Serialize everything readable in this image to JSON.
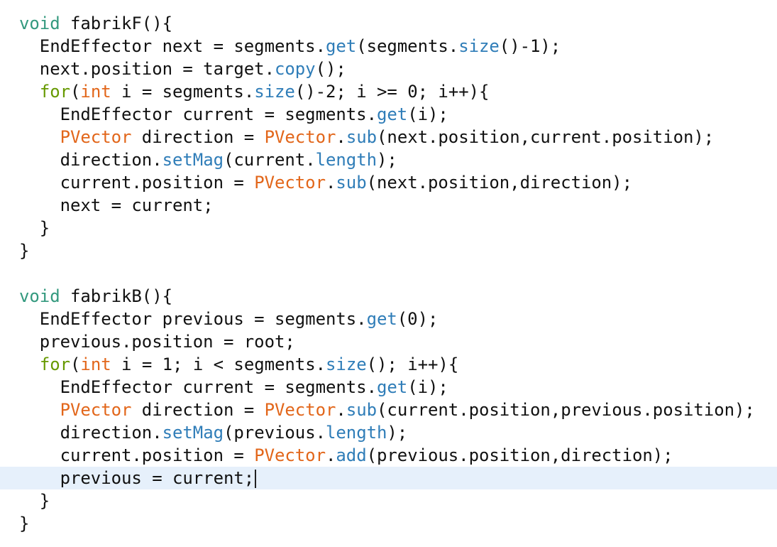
{
  "colors": {
    "keyword": "#33997e",
    "control": "#669900",
    "type": "#e2661a",
    "function": "#2f7db8",
    "highlight": "#e6f0fb"
  },
  "editor": {
    "highlighted_line": 20,
    "caret_line": 20,
    "lines": [
      [
        {
          "t": "void",
          "c": "kw"
        },
        {
          "t": " fabrikF(){"
        }
      ],
      [
        {
          "t": "  EndEffector next = segments."
        },
        {
          "t": "get",
          "c": "fn"
        },
        {
          "t": "(segments."
        },
        {
          "t": "size",
          "c": "fn"
        },
        {
          "t": "()-1);"
        }
      ],
      [
        {
          "t": "  next.position = target."
        },
        {
          "t": "copy",
          "c": "fn"
        },
        {
          "t": "();"
        }
      ],
      [
        {
          "t": "  "
        },
        {
          "t": "for",
          "c": "ctl"
        },
        {
          "t": "("
        },
        {
          "t": "int",
          "c": "ty"
        },
        {
          "t": " i = segments."
        },
        {
          "t": "size",
          "c": "fn"
        },
        {
          "t": "()-2; i >= 0; i++){"
        }
      ],
      [
        {
          "t": "    EndEffector current = segments."
        },
        {
          "t": "get",
          "c": "fn"
        },
        {
          "t": "(i);"
        }
      ],
      [
        {
          "t": "    "
        },
        {
          "t": "PVector",
          "c": "ty"
        },
        {
          "t": " direction = "
        },
        {
          "t": "PVector",
          "c": "ty"
        },
        {
          "t": "."
        },
        {
          "t": "sub",
          "c": "fn"
        },
        {
          "t": "(next.position,current.position);"
        }
      ],
      [
        {
          "t": "    direction."
        },
        {
          "t": "setMag",
          "c": "fn"
        },
        {
          "t": "(current."
        },
        {
          "t": "length",
          "c": "fn"
        },
        {
          "t": ");"
        }
      ],
      [
        {
          "t": "    current.position = "
        },
        {
          "t": "PVector",
          "c": "ty"
        },
        {
          "t": "."
        },
        {
          "t": "sub",
          "c": "fn"
        },
        {
          "t": "(next.position,direction);"
        }
      ],
      [
        {
          "t": "    next = current;"
        }
      ],
      [
        {
          "t": "  }"
        }
      ],
      [
        {
          "t": "}"
        }
      ],
      [],
      [
        {
          "t": "void",
          "c": "kw"
        },
        {
          "t": " fabrikB(){"
        }
      ],
      [
        {
          "t": "  EndEffector previous = segments."
        },
        {
          "t": "get",
          "c": "fn"
        },
        {
          "t": "(0);"
        }
      ],
      [
        {
          "t": "  previous.position = root;"
        }
      ],
      [
        {
          "t": "  "
        },
        {
          "t": "for",
          "c": "ctl"
        },
        {
          "t": "("
        },
        {
          "t": "int",
          "c": "ty"
        },
        {
          "t": " i = 1; i < segments."
        },
        {
          "t": "size",
          "c": "fn"
        },
        {
          "t": "(); i++){"
        }
      ],
      [
        {
          "t": "    EndEffector current = segments."
        },
        {
          "t": "get",
          "c": "fn"
        },
        {
          "t": "(i);"
        }
      ],
      [
        {
          "t": "    "
        },
        {
          "t": "PVector",
          "c": "ty"
        },
        {
          "t": " direction = "
        },
        {
          "t": "PVector",
          "c": "ty"
        },
        {
          "t": "."
        },
        {
          "t": "sub",
          "c": "fn"
        },
        {
          "t": "(current.position,previous.position);"
        }
      ],
      [
        {
          "t": "    direction."
        },
        {
          "t": "setMag",
          "c": "fn"
        },
        {
          "t": "(previous."
        },
        {
          "t": "length",
          "c": "fn"
        },
        {
          "t": ");"
        }
      ],
      [
        {
          "t": "    current.position = "
        },
        {
          "t": "PVector",
          "c": "ty"
        },
        {
          "t": "."
        },
        {
          "t": "add",
          "c": "fn"
        },
        {
          "t": "(previous.position,direction);"
        }
      ],
      [
        {
          "t": "    previous = current;"
        }
      ],
      [
        {
          "t": "  }"
        }
      ],
      [
        {
          "t": "}"
        }
      ]
    ]
  }
}
